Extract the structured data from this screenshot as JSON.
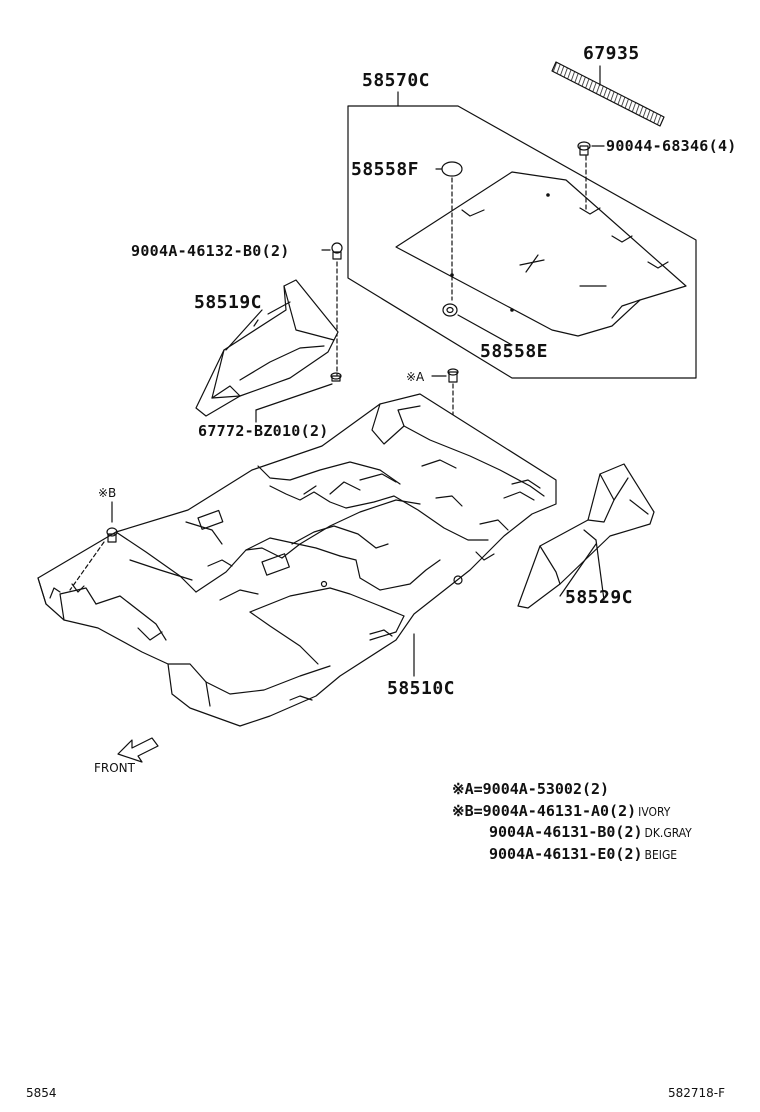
{
  "parts": {
    "p67935": "67935",
    "p58570C": "58570C",
    "p9004468346": "90044-68346(4)",
    "p58558F": "58558F",
    "p9004A46132": "9004A-46132-B0(2)",
    "p58519C": "58519C",
    "p58558E": "58558E",
    "mark_a": "※A",
    "p67772": "67772-BZ010(2)",
    "mark_b": "※B",
    "p58529C": "58529C",
    "p58510C": "58510C",
    "front": "FRONT"
  },
  "notes": [
    {
      "code": "※A=9004A-53002(2)",
      "color": ""
    },
    {
      "code": "※B=9004A-46131-A0(2)",
      "color": "IVORY"
    },
    {
      "code": "9004A-46131-B0(2)",
      "color": "DK.GRAY"
    },
    {
      "code": "9004A-46131-E0(2)",
      "color": "BEIGE"
    }
  ],
  "footer": {
    "left": "5854",
    "right": "582718-F"
  }
}
